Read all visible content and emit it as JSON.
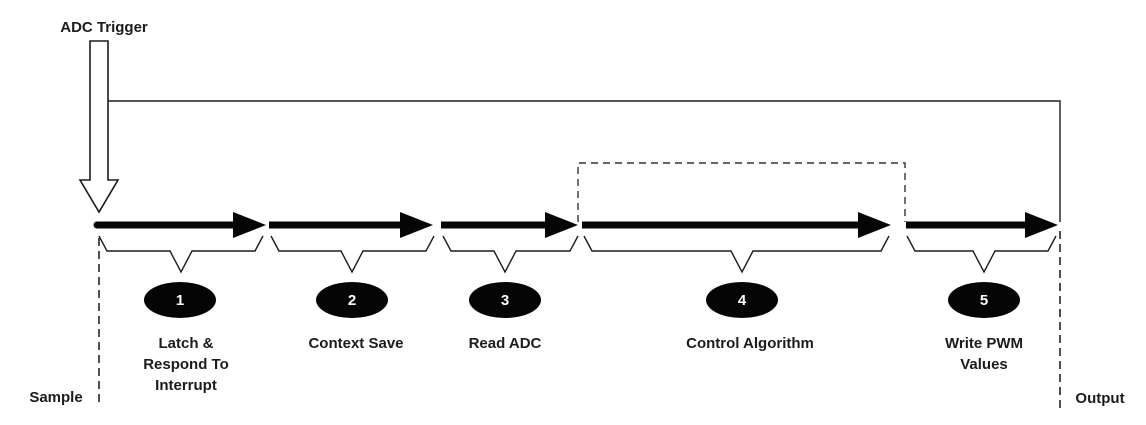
{
  "figure": {
    "title_hint": "ADC trigger to PWM output timing diagram",
    "trigger_label": "ADC Trigger",
    "sample_label": "Sample",
    "output_label": "Output",
    "steps": [
      {
        "num": "1",
        "label": "Latch &\nRespond To\nInterrupt"
      },
      {
        "num": "2",
        "label": "Context Save"
      },
      {
        "num": "3",
        "label": "Read ADC"
      },
      {
        "num": "4",
        "label": "Control Algorithm"
      },
      {
        "num": "5",
        "label": "Write PWM\nValues"
      }
    ],
    "colors": {
      "ink": "#1c1c1c",
      "background": "#ffffff",
      "badge_bg": "#050505",
      "badge_text": "#ffffff"
    }
  }
}
